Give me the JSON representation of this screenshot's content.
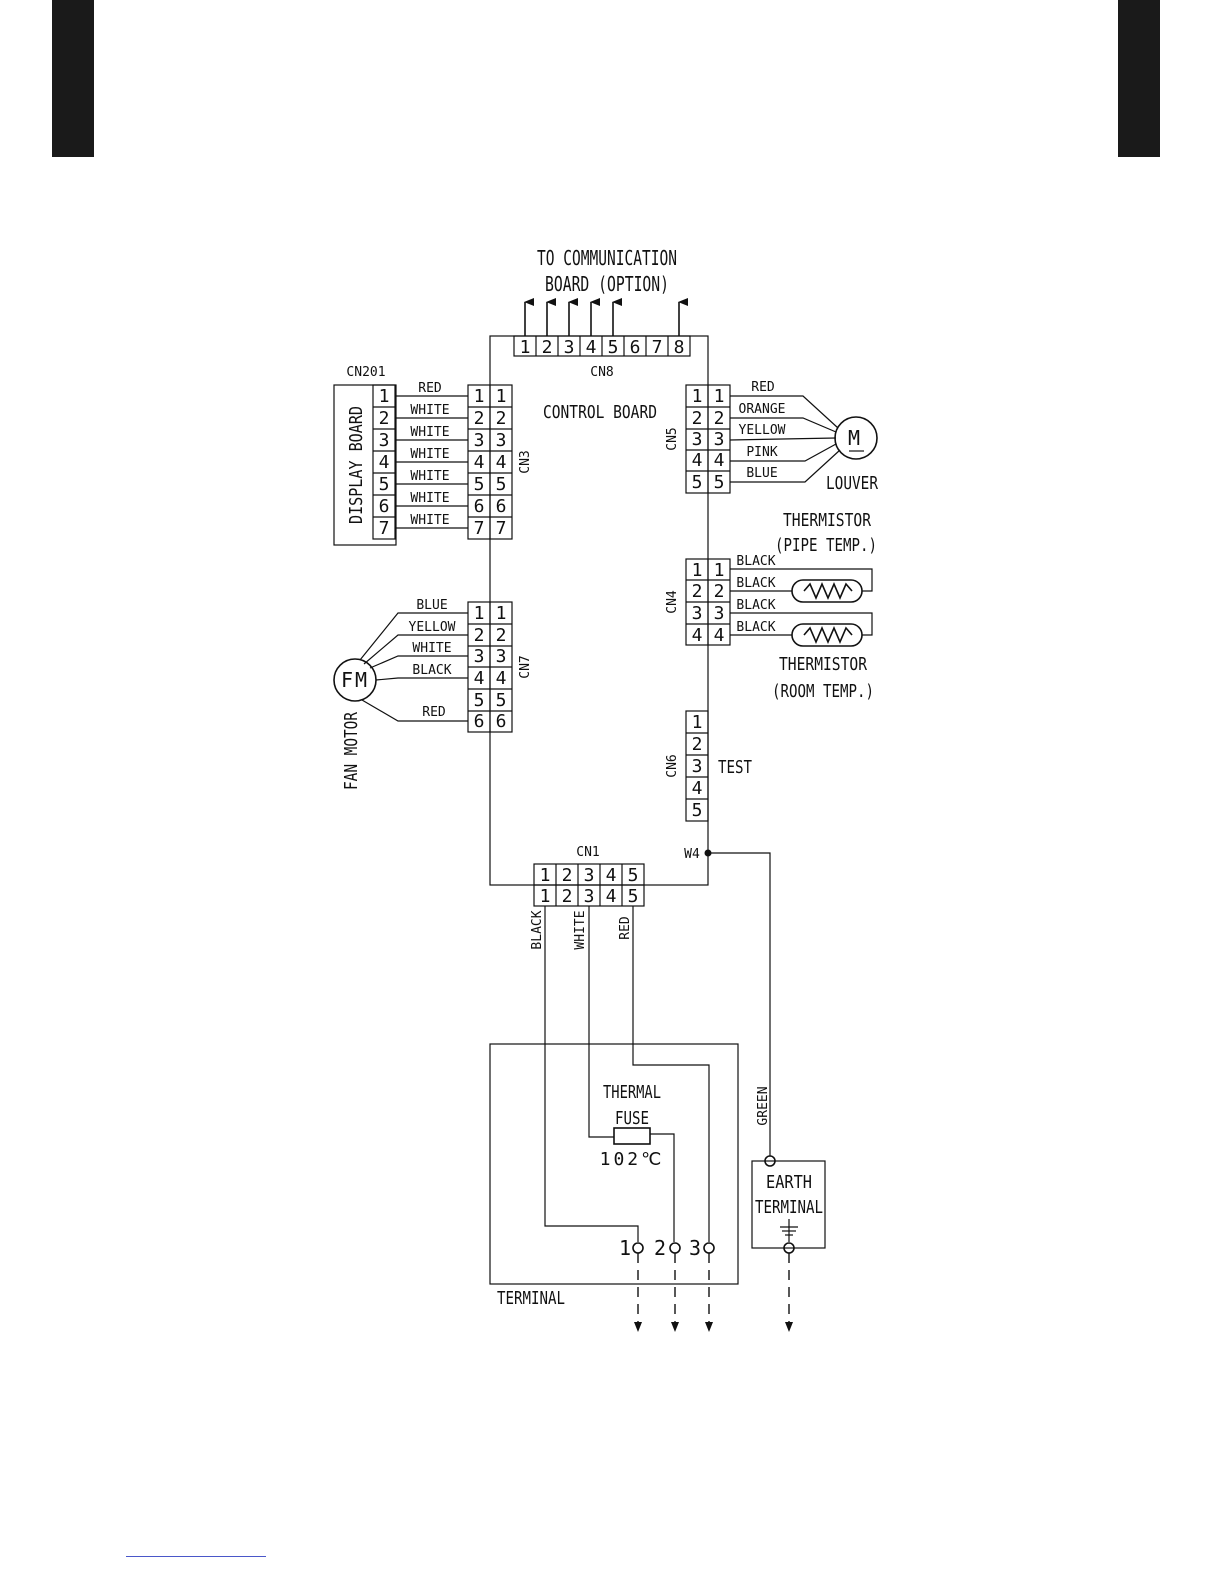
{
  "labels": {
    "comm_line1": "TO COMMUNICATION",
    "comm_line2": "BOARD (OPTION)",
    "control_board": "CONTROL BOARD",
    "display_board": "DISPLAY BOARD",
    "louver": "LOUVER",
    "motor_m": "M",
    "fan_motor": "FAN MOTOR",
    "fan_fm": "FM",
    "thermistor_pipe_1": "THERMISTOR",
    "thermistor_pipe_2": "(PIPE TEMP.)",
    "thermistor_room_1": "THERMISTOR",
    "thermistor_room_2": "(ROOM TEMP.)",
    "test": "TEST",
    "w4": "W4",
    "thermal_fuse_1": "THERMAL",
    "thermal_fuse_2": "FUSE",
    "fuse_rating": "102℃",
    "terminal": "TERMINAL",
    "earth_1": "EARTH",
    "earth_2": "TERMINAL"
  },
  "connectors": {
    "cn8": {
      "name": "CN8",
      "pins": [
        "1",
        "2",
        "3",
        "4",
        "5",
        "6",
        "7",
        "8"
      ]
    },
    "cn201": {
      "name": "CN201",
      "pins": [
        "1",
        "2",
        "3",
        "4",
        "5",
        "6",
        "7"
      ]
    },
    "cn3": {
      "name": "CN3",
      "pins": [
        "1",
        "2",
        "3",
        "4",
        "5",
        "6",
        "7"
      ]
    },
    "cn5": {
      "name": "CN5",
      "pins": [
        "1",
        "2",
        "3",
        "4",
        "5"
      ]
    },
    "cn4": {
      "name": "CN4",
      "pins": [
        "1",
        "2",
        "3",
        "4"
      ]
    },
    "cn7": {
      "name": "CN7",
      "pins": [
        "1",
        "2",
        "3",
        "4",
        "5",
        "6"
      ]
    },
    "cn6": {
      "name": "CN6",
      "pins": [
        "1",
        "2",
        "3",
        "4",
        "5"
      ]
    },
    "cn1": {
      "name": "CN1",
      "pins": [
        "1",
        "2",
        "3",
        "4",
        "5"
      ]
    }
  },
  "wires": {
    "cn3": [
      "RED",
      "WHITE",
      "WHITE",
      "WHITE",
      "WHITE",
      "WHITE",
      "WHITE"
    ],
    "cn5": [
      "RED",
      "ORANGE",
      "YELLOW",
      "PINK",
      "BLUE"
    ],
    "cn4": [
      "BLACK",
      "BLACK",
      "BLACK",
      "BLACK"
    ],
    "cn7": [
      "BLUE",
      "YELLOW",
      "WHITE",
      "BLACK",
      "RED"
    ],
    "cn1": [
      "BLACK",
      "WHITE",
      "RED"
    ],
    "earth": "GREEN"
  },
  "terminal_pins": [
    "1",
    "2",
    "3"
  ]
}
